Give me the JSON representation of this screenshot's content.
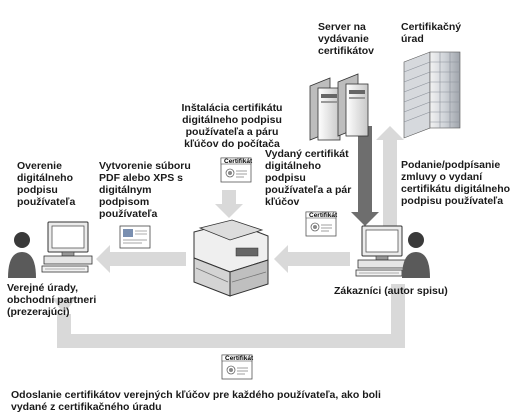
{
  "labels": {
    "server": "Server na\nvydávanie\ncertifikátov",
    "authority": "Certifikačný\núrad",
    "install": "Inštalácia certifikátu\ndigitálneho podpisu\npoužívateľa a páru\nkľúčov do počítača",
    "verify": "Overenie\ndigitálneho\npodpisu\npoužívateľa",
    "create_pdf": "Vytvorenie súboru\nPDF alebo XPS s\ndigitálnym\npodpisom\npoužívateľa",
    "issued": "Vydaný certifikát\ndigitálneho\npodpisu\npoužívateľa a pár\nkľúčov",
    "request": "Podanie/podpísanie\nzmluvy o vydaní\ncertifikátu digitálneho\npodpisu používateľa",
    "public": "Verejné úrady,\nobchodní partneri\n(prezerajúci)",
    "customer": "Zákazníci (autor spisu)",
    "bottom": "Odoslanie certifikátov verejných kľúčov pre každého používateľa, ako boli\nvydané z certifikačného úradu"
  },
  "certificate_label": "Certifikát",
  "colors": {
    "arrow_light": "#d9d9d9",
    "arrow_dark": "#6e6e6e",
    "text": "#1a1a1a"
  }
}
